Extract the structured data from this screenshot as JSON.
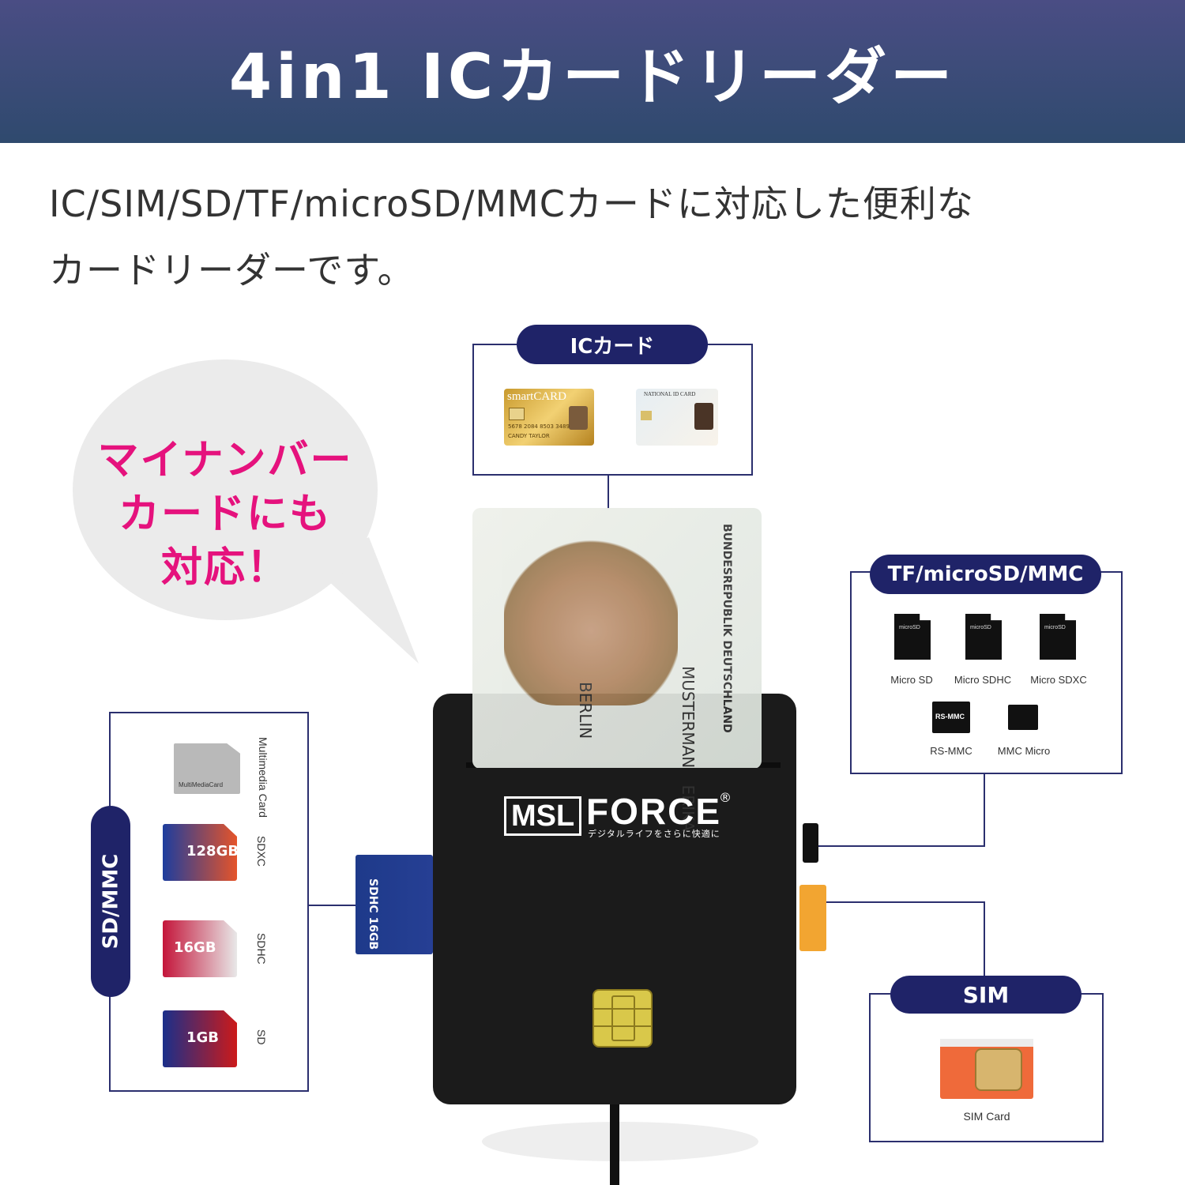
{
  "banner": {
    "title": "4in1 ICカードリーダー"
  },
  "intro": {
    "line1": "IC/SIM/SD/TF/microSD/MMCカードに対応した便利な",
    "line2": "カードリーダーです。"
  },
  "bubble": {
    "line1": "マイナンバー",
    "line2": "カードにも",
    "line3": "対応！"
  },
  "ic_section": {
    "label": "ICカード",
    "smart_card_text": "smartCARD",
    "smart_card_digits": "5678 2084 8503 3489",
    "smart_card_name": "CANDY TAYLOR",
    "national_card_text": "NATIONAL ID CARD"
  },
  "tf_section": {
    "label": "TF/microSD/MMC",
    "items": [
      "Micro SD",
      "Micro SDHC",
      "Micro SDXC",
      "RS-MMC",
      "MMC Micro"
    ]
  },
  "sd_section": {
    "label": "SD/MMC",
    "items": [
      "Multimedia Card",
      "SDXC",
      "SDHC",
      "SD"
    ],
    "card_texts": [
      "MultiMediaCard",
      "128GB",
      "16GB",
      "1GB"
    ]
  },
  "sim_section": {
    "label": "SIM",
    "caption": "SIM Card"
  },
  "device": {
    "brand_msl": "MSL",
    "brand_force": "FORCE",
    "registered": "®",
    "tagline": "デジタルライフをさらに快適に",
    "id_card_text": "BUNDESREPUBLIK DEUTSCHLAND",
    "id_card_name": "MUSTERMANN ERIKA",
    "id_card_city": "BERLIN",
    "inserted_sd_text": "SDHC 16GB"
  },
  "colors": {
    "accent_navy": "#1f2368",
    "bubble_text": "#e5127d",
    "banner": "#3d4a78"
  }
}
